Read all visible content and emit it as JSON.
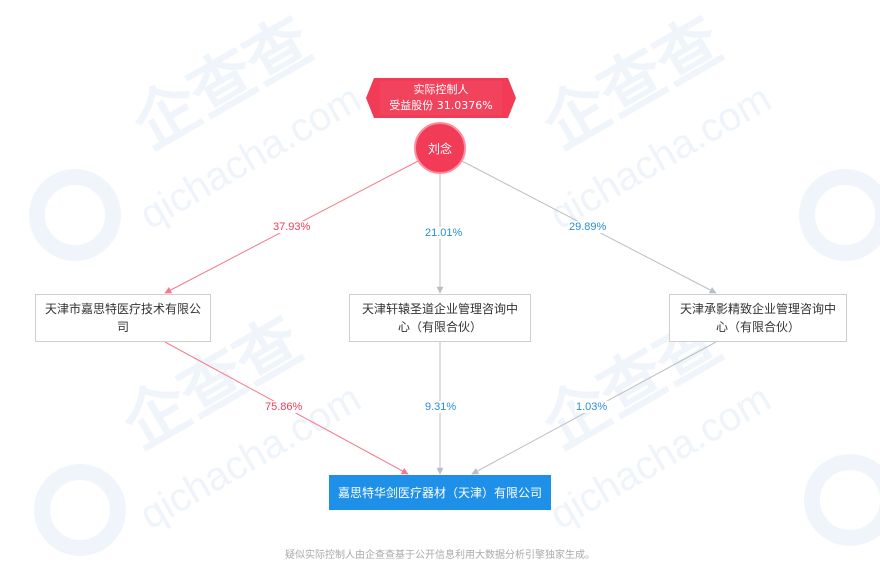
{
  "controller": {
    "title": "实际控制人",
    "share": "受益股份 31.0376%",
    "name": "刘念"
  },
  "companies": [
    {
      "id": "c1",
      "name": "天津市嘉思特医疗技术有限公司"
    },
    {
      "id": "c2",
      "name": "天津轩辕圣道企业管理咨询中心（有限合伙）"
    },
    {
      "id": "c3",
      "name": "天津承影精致企业管理咨询中心（有限合伙）"
    }
  ],
  "target": {
    "name": "嘉思特华剑医疗器材（天津）有限公司"
  },
  "edges": [
    {
      "from": "person",
      "to": "c1",
      "label": "37.93%",
      "color": "#f23c57"
    },
    {
      "from": "person",
      "to": "c2",
      "label": "21.01%",
      "color": "#2a8ed8"
    },
    {
      "from": "person",
      "to": "c3",
      "label": "29.89%",
      "color": "#2a8ed8"
    },
    {
      "from": "c1",
      "to": "target",
      "label": "75.86%",
      "color": "#f23c57"
    },
    {
      "from": "c2",
      "to": "target",
      "label": "9.31%",
      "color": "#2a8ed8"
    },
    {
      "from": "c3",
      "to": "target",
      "label": "1.03%",
      "color": "#2a8ed8"
    }
  ],
  "colors": {
    "accent_red": "#f23c57",
    "accent_blue": "#1e90e8",
    "line_red": "#f47a8b",
    "line_gray": "#b8bfc6"
  },
  "watermark": {
    "brand": "企查查",
    "domain": "qichacha.com"
  },
  "footer": "疑似实际控制人由企查查基于公开信息利用大数据分析引擎独家生成。"
}
